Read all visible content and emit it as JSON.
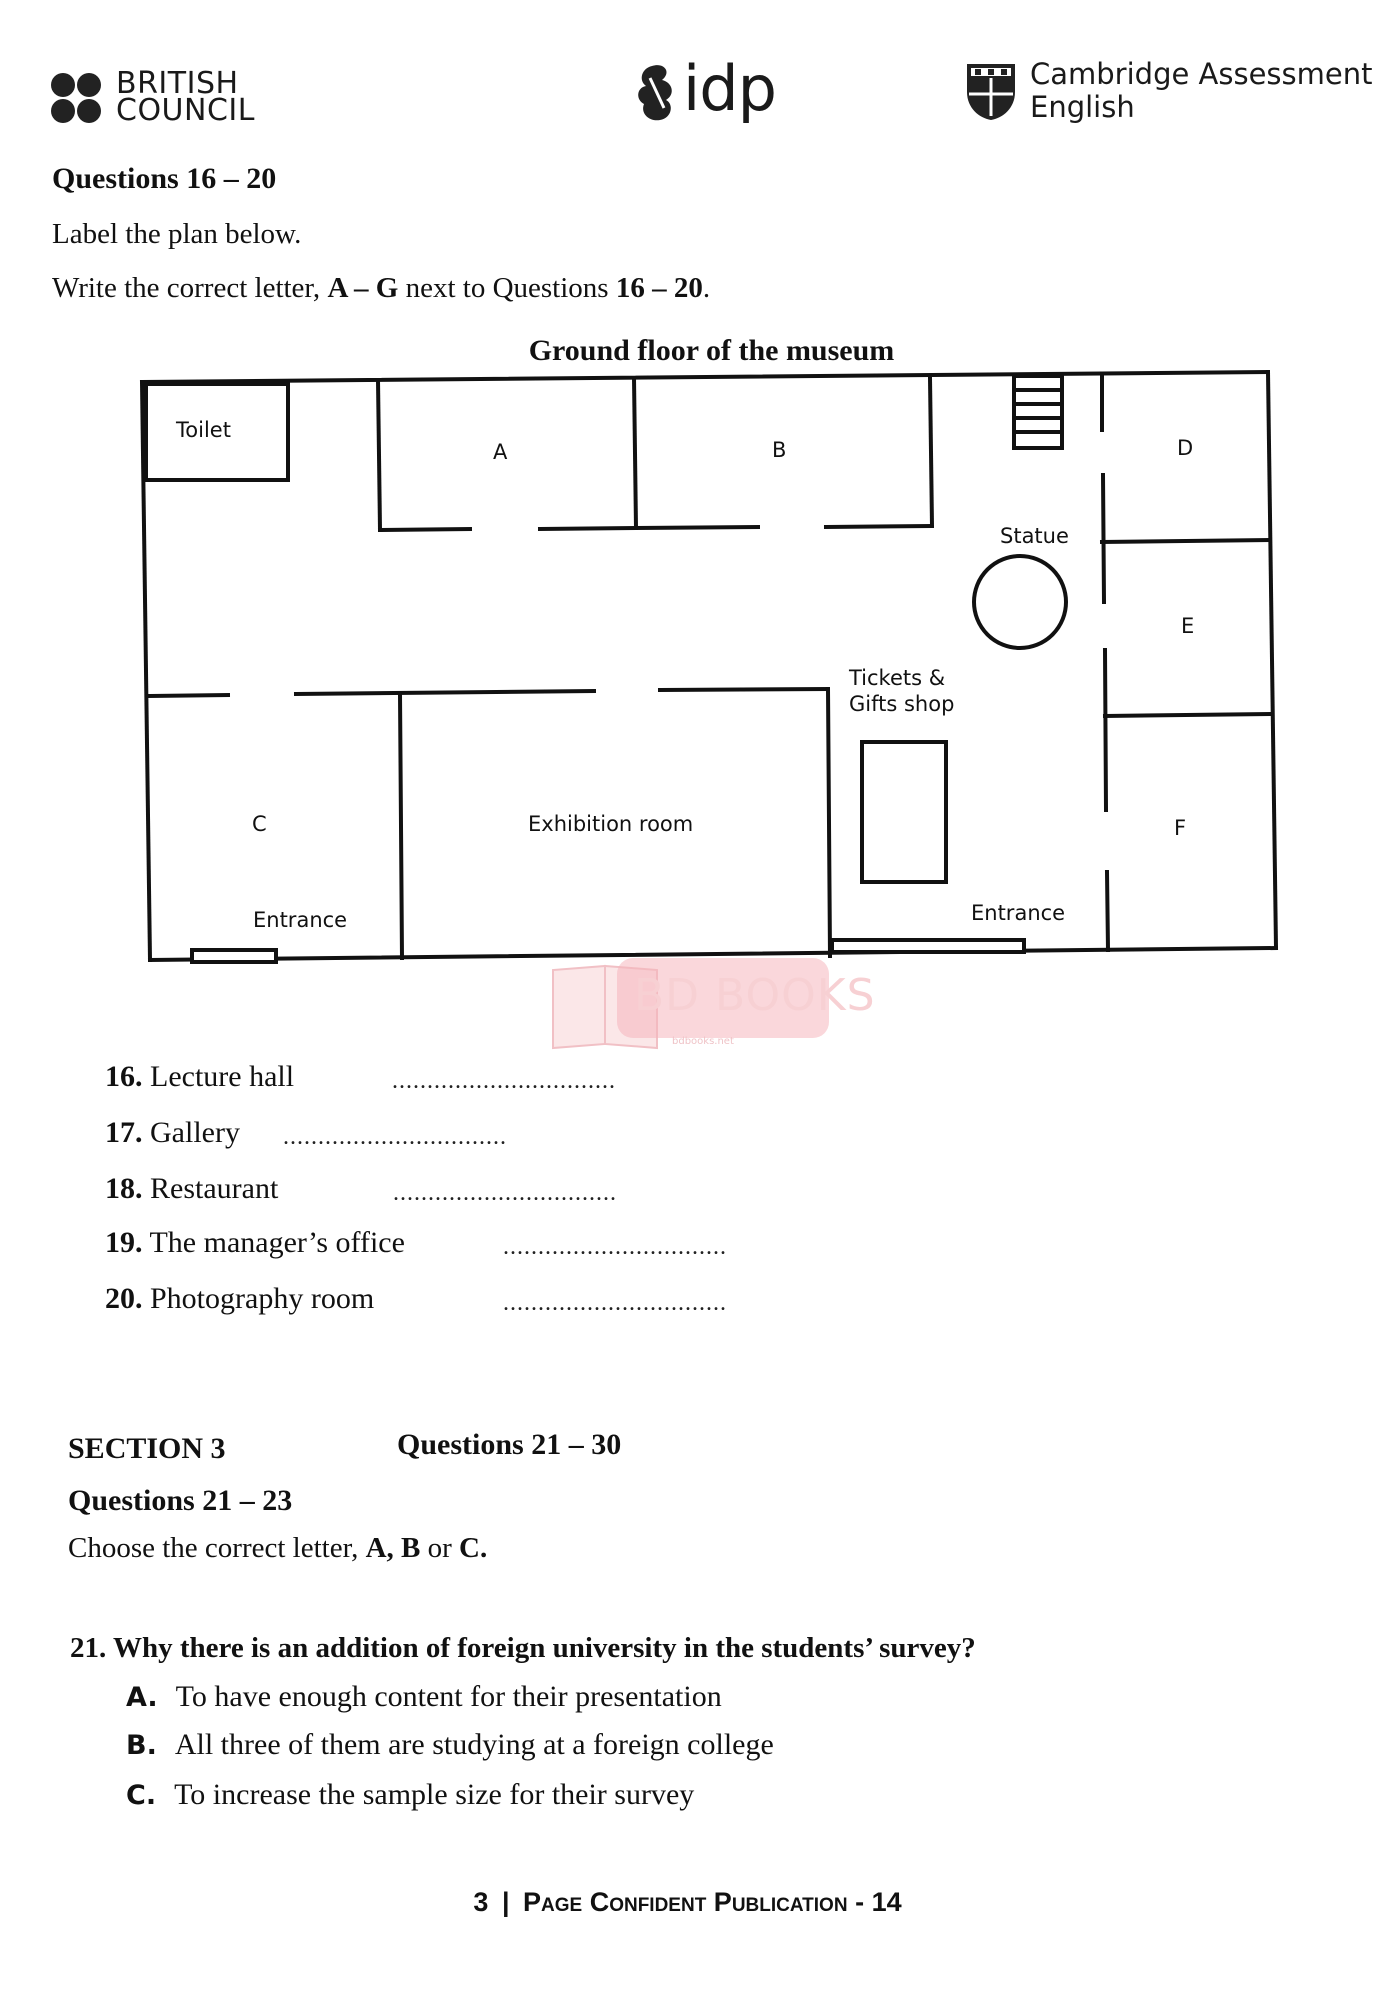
{
  "header": {
    "british_council_line1": "BRITISH",
    "british_council_line2": "COUNCIL",
    "idp": "idp",
    "cambridge_line1": "Cambridge Assessment",
    "cambridge_line2": "English"
  },
  "part1": {
    "heading": "Questions 16 – 20",
    "instruction1": "Label the plan below.",
    "instruction2_pre": "Write the correct letter, ",
    "instruction2_bold1": "A – G",
    "instruction2_mid": " next to Questions ",
    "instruction2_bold2": "16 – 20",
    "instruction2_end": "."
  },
  "plan": {
    "title": "Ground floor of the museum",
    "labels": {
      "toilet": "Toilet",
      "a": "A",
      "b": "B",
      "d": "D",
      "statue": "Statue",
      "e": "E",
      "tickets1": "Tickets &",
      "tickets2": "Gifts shop",
      "c": "C",
      "exhibition": "Exhibition room",
      "f": "F",
      "entrance_left": "Entrance",
      "entrance_right": "Entrance"
    }
  },
  "watermark": {
    "text": "BD BOOKS",
    "sub": "bdbooks.net"
  },
  "questions_16_20": [
    {
      "num": "16.",
      "text": "Lecture hall",
      "dots": "................................"
    },
    {
      "num": "17.",
      "text": "Gallery",
      "dots": "................................"
    },
    {
      "num": "18.",
      "text": "Restaurant",
      "dots": "................................"
    },
    {
      "num": "19.",
      "text": "The manager’s office",
      "dots": "................................"
    },
    {
      "num": "20.",
      "text": "Photography room",
      "dots": "................................"
    }
  ],
  "section3": {
    "label": "SECTION 3",
    "range": "Questions 21 – 30",
    "sub_heading": "Questions 21 – 23",
    "instruction_pre": "Choose the correct letter, ",
    "instruction_bold": "A, B",
    "instruction_mid": " or ",
    "instruction_bold2": "C."
  },
  "q21": {
    "num": "21.",
    "text": "Why there is an addition of foreign university in the students’ survey?",
    "options": [
      {
        "letter": "A.",
        "text": "To have enough content for their presentation"
      },
      {
        "letter": "B.",
        "text": "All three of them are studying at a foreign college"
      },
      {
        "letter": "C.",
        "text": "To increase the sample size for their survey"
      }
    ]
  },
  "footer": {
    "page": "3",
    "sep": "|",
    "text": "Page Confident Publication",
    "suffix": "- 14"
  }
}
